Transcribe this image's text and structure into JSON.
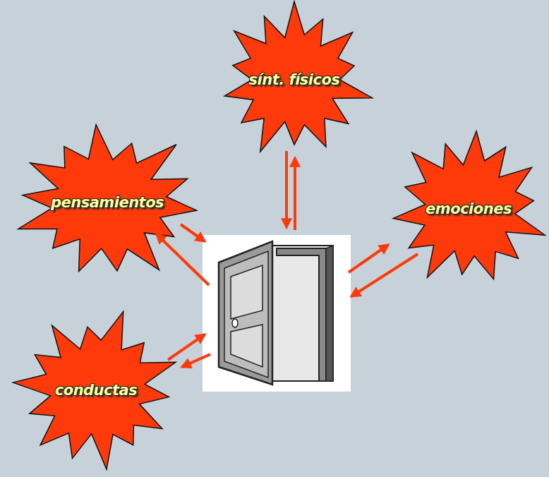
{
  "diagram": {
    "nodes": [
      {
        "text": [
          "sínt. físicos"
        ]
      },
      {
        "text": [
          "pensamientos"
        ]
      },
      {
        "text": [
          "emociones"
        ]
      },
      {
        "text": [
          "conductas"
        ]
      }
    ]
  }
}
